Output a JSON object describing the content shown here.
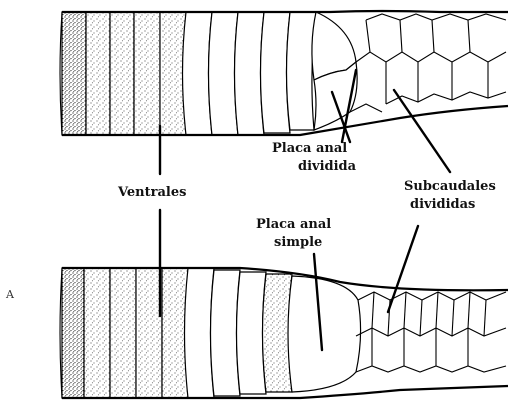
{
  "labels": {
    "ventrales": "Ventrales",
    "placa_anal_dividida_line1": "Placa anal",
    "placa_anal_dividida_line2": "dividida",
    "subcaudales_line1": "Subcaudales",
    "subcaudales_line2": "divididas",
    "placa_anal_simple_line1": "Placa anal",
    "placa_anal_simple_line2": "simple",
    "side_mark": "A"
  },
  "figures": {
    "top": {
      "name": "Placa anal dividida",
      "ventral_count": 10
    },
    "bottom": {
      "name": "Placa anal simple",
      "ventral_count": 9
    }
  },
  "colors": {
    "ink": "#000000",
    "stipple": "#222222",
    "paper": "#ffffff"
  }
}
